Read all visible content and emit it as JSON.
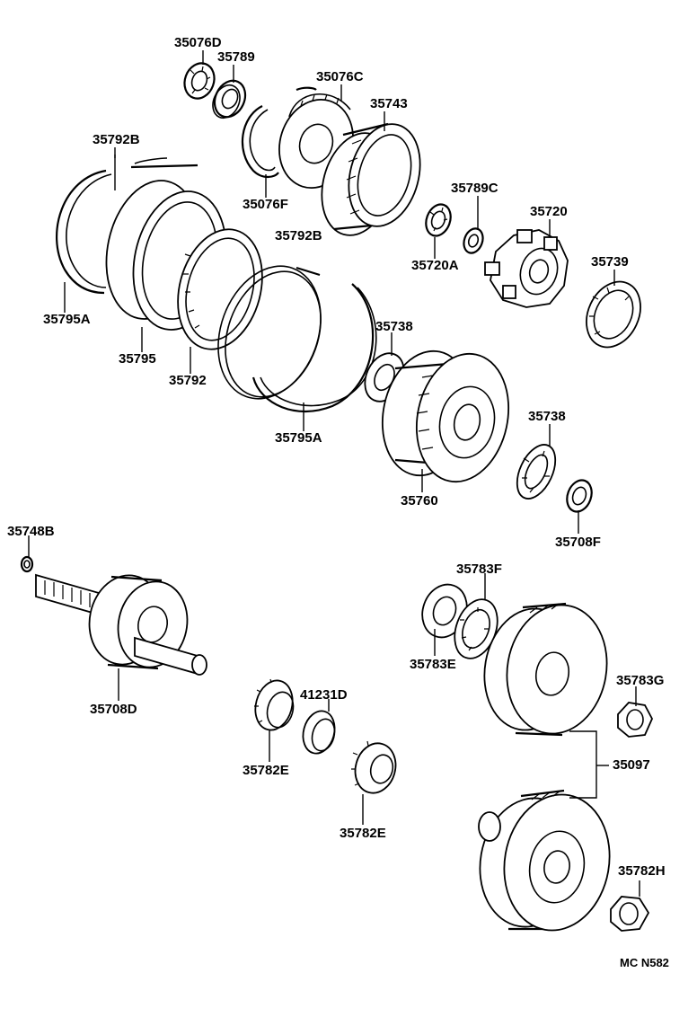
{
  "diagram": {
    "code": "MC N582",
    "labels": {
      "p35076D": "35076D",
      "p35789": "35789",
      "p35076C": "35076C",
      "p35743": "35743",
      "p35792B_top": "35792B",
      "p35076F": "35076F",
      "p35789C": "35789C",
      "p35720": "35720",
      "p35792B_mid": "35792B",
      "p35720A": "35720A",
      "p35739": "35739",
      "p35795A_left": "35795A",
      "p35738_top": "35738",
      "p35795": "35795",
      "p35792": "35792",
      "p35795A_mid": "35795A",
      "p35738_right": "35738",
      "p35760": "35760",
      "p35708F": "35708F",
      "p35748B": "35748B",
      "p35783F": "35783F",
      "p35783E": "35783E",
      "p41231D": "41231D",
      "p35783G": "35783G",
      "p35708D": "35708D",
      "p35097": "35097",
      "p35782E_left": "35782E",
      "p35782E_right": "35782E",
      "p35782H": "35782H"
    }
  }
}
